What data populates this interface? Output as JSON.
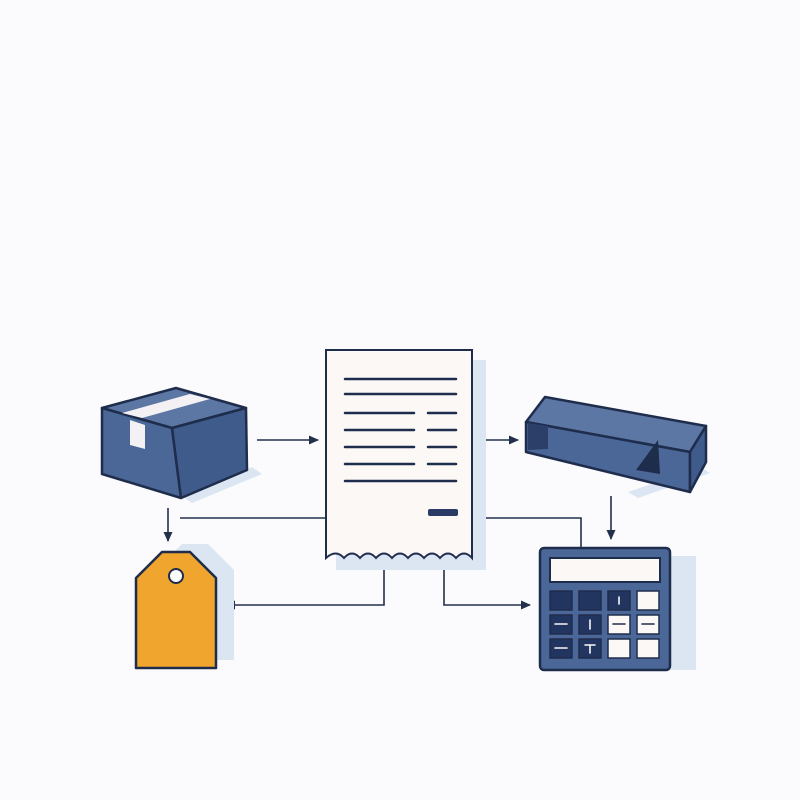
{
  "diagram": {
    "nodes": [
      {
        "id": "box",
        "icon": "box-icon"
      },
      {
        "id": "receipt",
        "icon": "receipt-icon"
      },
      {
        "id": "tray",
        "icon": "open-box-icon"
      },
      {
        "id": "tag",
        "icon": "price-tag-icon"
      },
      {
        "id": "calculator",
        "icon": "calculator-icon"
      }
    ],
    "edges": [
      {
        "from": "box",
        "to": "receipt"
      },
      {
        "from": "receipt",
        "to": "tray"
      },
      {
        "from": "box",
        "to": "tag"
      },
      {
        "from": "tray",
        "to": "calculator"
      },
      {
        "from": "receipt",
        "to": "tag"
      },
      {
        "from": "receipt",
        "to": "calculator"
      }
    ]
  },
  "colors": {
    "background": "#fbfafd",
    "primary": "#4a6797",
    "outline": "#1f2d4d",
    "accent": "#f0a52f",
    "paper": "#fbf8f6",
    "shadow": "#dbe6f2",
    "line": "#23304c"
  }
}
